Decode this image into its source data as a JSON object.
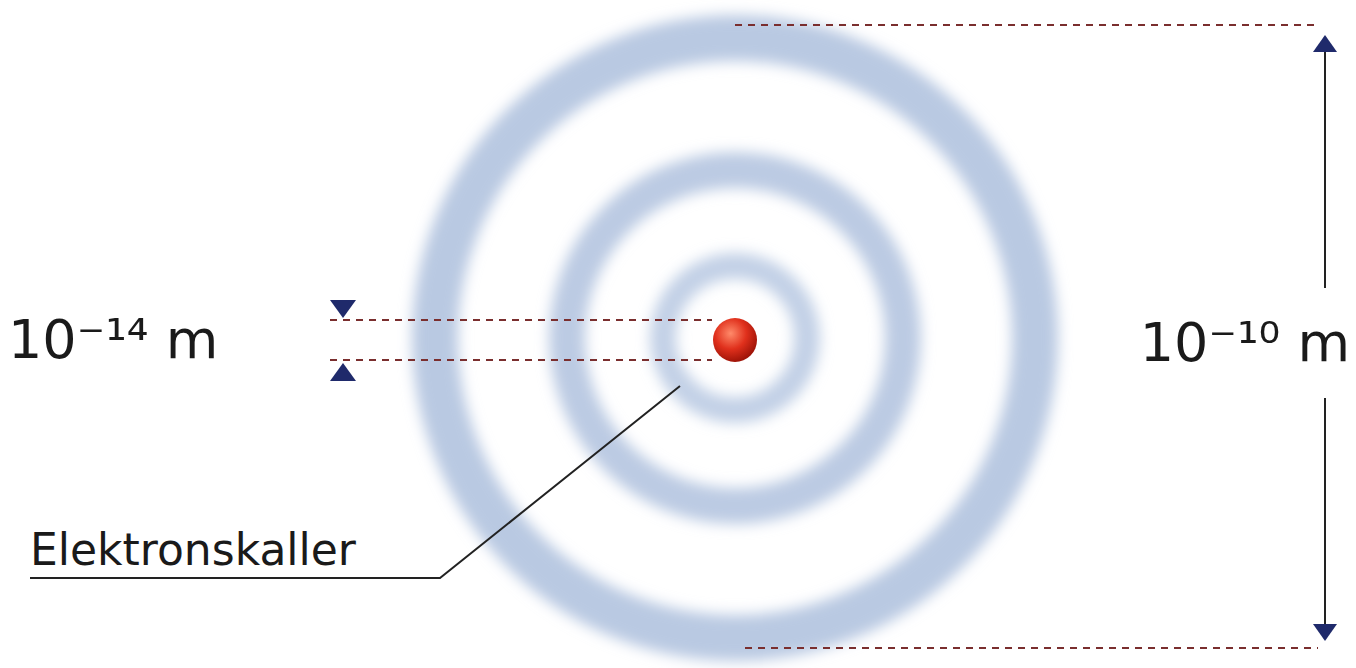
{
  "diagram": {
    "labels": [
      "10⁻¹⁴ m",
      "10⁻¹⁰ m",
      "Elektronskaller"
    ]
  }
}
